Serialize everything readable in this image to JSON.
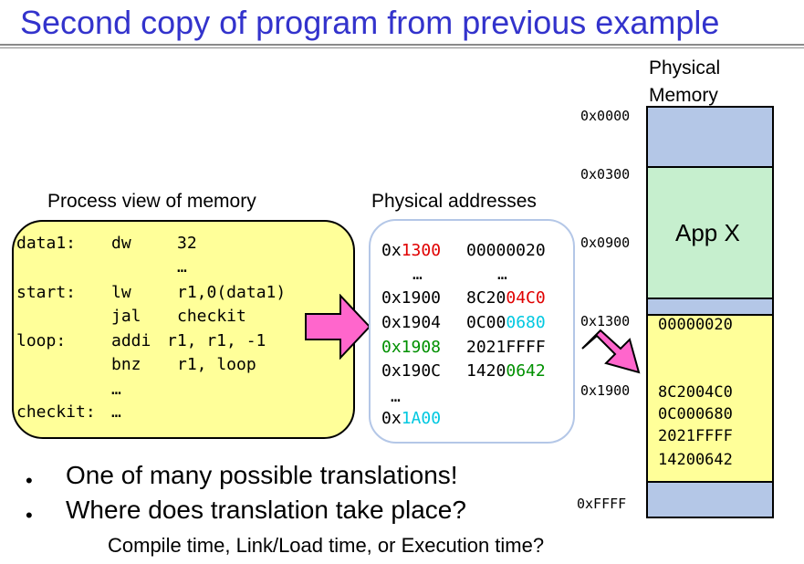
{
  "title": "Second copy of program from previous example",
  "captions": {
    "process_view": "Process view of memory",
    "physical_addresses": "Physical addresses",
    "physical_memory_line1": "Physical",
    "physical_memory_line2": "Memory"
  },
  "process_code": [
    {
      "label": "data1:",
      "op": "dw",
      "args": "32"
    },
    {
      "label": "",
      "op": "",
      "args": "…"
    },
    {
      "label": "start:",
      "op": "lw",
      "args": "r1,0(data1)"
    },
    {
      "label": "",
      "op": "jal",
      "args": "checkit"
    },
    {
      "label": "loop:",
      "op": "addi",
      "args": "r1, r1, -1"
    },
    {
      "label": "",
      "op": "bnz",
      "args": "r1, loop"
    },
    {
      "label": "",
      "op": "…",
      "args": ""
    },
    {
      "label": "checkit:",
      "op": "…",
      "args": ""
    }
  ],
  "physical_listing": {
    "row1": {
      "addr_prefix": "0x",
      "addr_colored": "1300",
      "value": "00000020"
    },
    "row2": {
      "addr": "…",
      "value": "…"
    },
    "row3": {
      "addr": "0x1900",
      "value_plain": "8C20",
      "value_colored": "04C0"
    },
    "row4": {
      "addr": "0x1904",
      "value_plain": "0C00",
      "value_colored": "0680"
    },
    "row5": {
      "addr": "0x1908",
      "value": "2021FFFF"
    },
    "row6": {
      "addr": "0x190C",
      "value_plain": "1420",
      "value_colored": "0642"
    },
    "row7": {
      "addr": "…"
    },
    "row8": {
      "addr_prefix": "0x",
      "addr_colored": "1A00"
    }
  },
  "memory": {
    "labels": [
      "0x0000",
      "0x0300",
      "0x0900",
      "0x1300",
      "0x1900",
      "0xFFFF"
    ],
    "app_label": "App X",
    "words_top": "00000020",
    "words_block": [
      "8C2004C0",
      "0C000680",
      "2021FFFF",
      "14200642"
    ],
    "colors": {
      "blue": "#b4c7e7",
      "green": "#c6efce",
      "yellow": "#ffff99"
    }
  },
  "bullets": [
    "One of many possible translations!",
    "Where does translation take place?"
  ],
  "bullet_marker": "•",
  "subline": "Compile time, Link/Load time, or Execution time?",
  "arrow_color": "#ff66cc"
}
